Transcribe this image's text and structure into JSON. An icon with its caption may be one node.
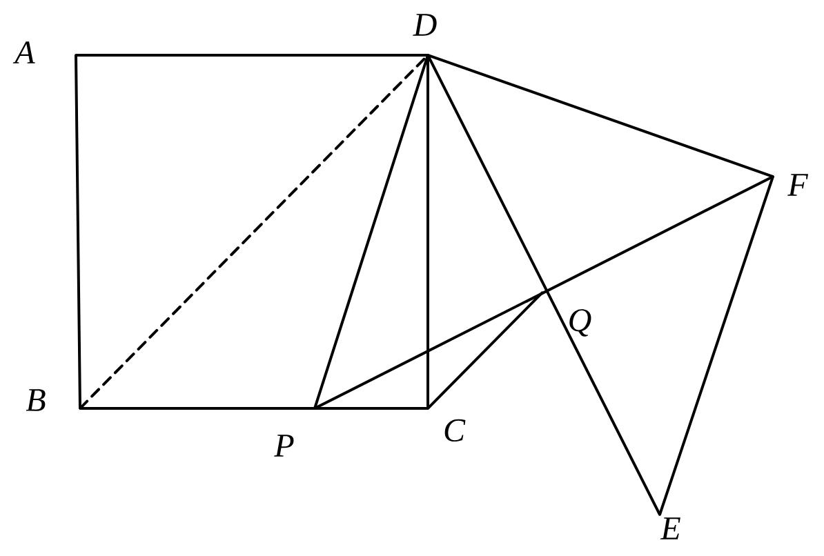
{
  "diagram": {
    "nodes": [
      {
        "text": [
          "A"
        ]
      },
      {
        "text": [
          "B"
        ]
      },
      {
        "text": [
          "C"
        ]
      },
      {
        "text": [
          "D"
        ]
      },
      {
        "text": [
          "P"
        ]
      },
      {
        "text": [
          "Q"
        ]
      },
      {
        "text": [
          "F"
        ]
      },
      {
        "text": [
          "E"
        ]
      }
    ],
    "edges": [
      {
        "from": 0,
        "to": 1,
        "arrow": "none"
      },
      {
        "from": 0,
        "to": 3,
        "arrow": "none"
      },
      {
        "from": 1,
        "to": 2,
        "arrow": "none"
      },
      {
        "from": 2,
        "to": 3,
        "arrow": "none"
      },
      {
        "from": 1,
        "to": 3,
        "arrow": "none",
        "style": "dashed"
      },
      {
        "from": 3,
        "to": 4,
        "arrow": "none"
      },
      {
        "from": 4,
        "to": 6,
        "arrow": "none"
      },
      {
        "from": 3,
        "to": 7,
        "arrow": "none"
      },
      {
        "from": 3,
        "to": 6,
        "arrow": "none"
      },
      {
        "from": 6,
        "to": 7,
        "arrow": "none"
      },
      {
        "from": 2,
        "to": 5,
        "arrow": "none"
      }
    ]
  }
}
